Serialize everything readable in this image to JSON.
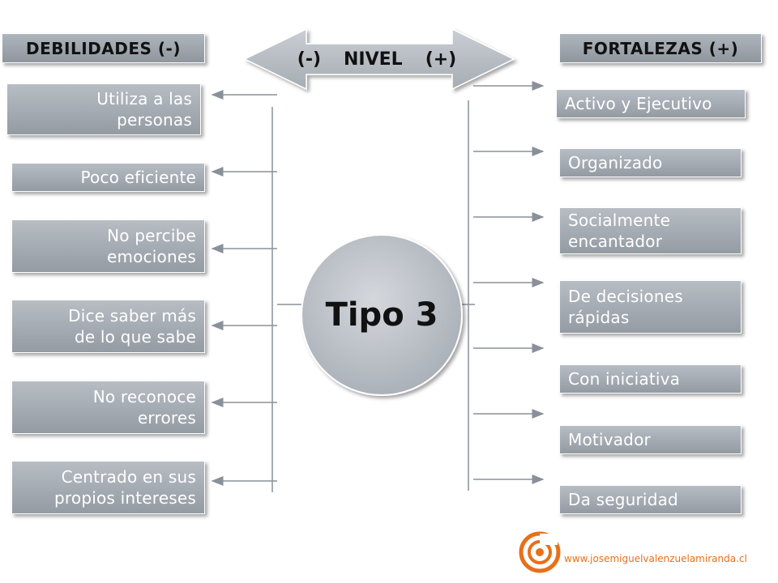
{
  "weaknesses": {
    "header": "DEBILIDADES (-)",
    "items": [
      "Utiliza a las\npersonas",
      "Poco eficiente",
      "No percibe\nemociones",
      "Dice saber más\nde lo que sabe",
      "No reconoce\nerrores",
      "Centrado en sus\npropios intereses"
    ]
  },
  "strengths": {
    "header": "FORTALEZAS (+)",
    "items": [
      "Activo y Ejecutivo",
      "Organizado",
      "Socialmente\nencantador",
      "De decisiones\nrápidas",
      "Con iniciativa",
      "Motivador",
      "Da seguridad"
    ]
  },
  "level_arrow": {
    "minus": "(-)",
    "label": "NIVEL",
    "plus": "(+)"
  },
  "center": {
    "label": "Tipo 3"
  },
  "footer": {
    "url": "www.josemiguelvalenzuelamiranda.cl"
  },
  "colors": {
    "box_fill": "#a3a9b0",
    "center_circle": "#b9bec6",
    "arrow_stroke": "#8a9099",
    "logo": "#e8701a"
  }
}
